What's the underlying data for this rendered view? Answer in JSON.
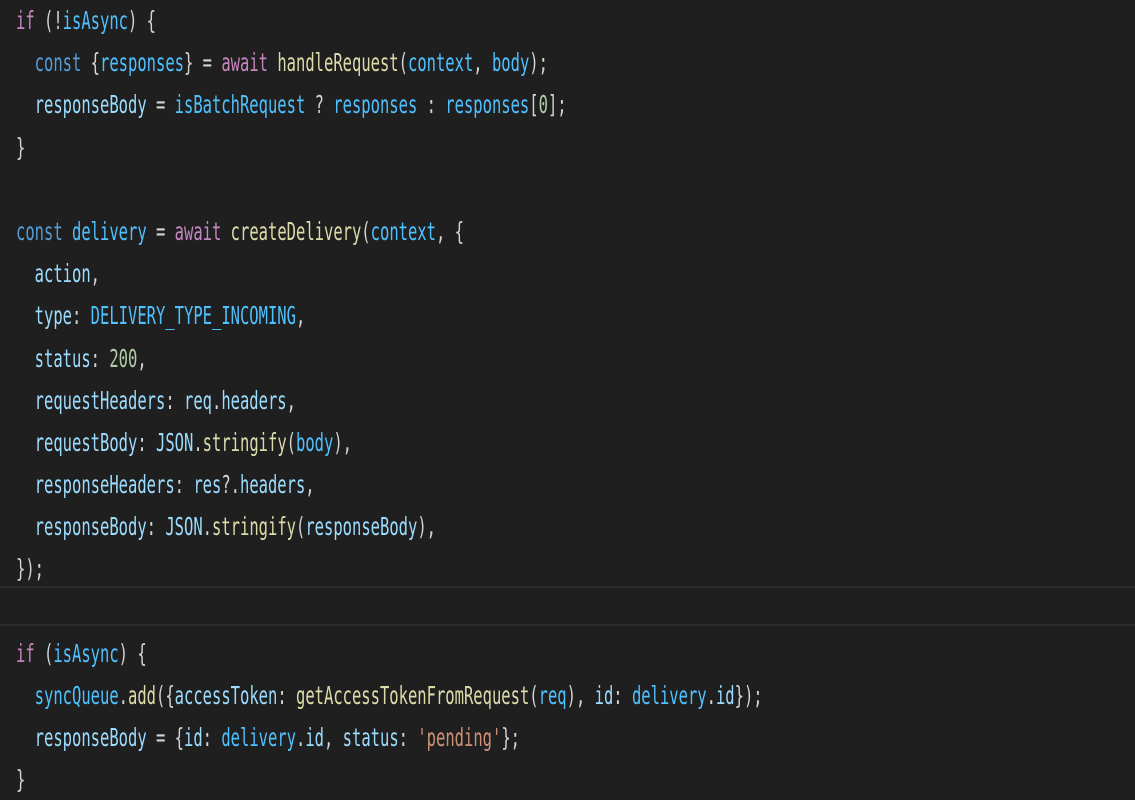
{
  "editor": {
    "background": "#1f1f1f",
    "current_line_index": 14,
    "theme_colors": {
      "control_keyword": "#c586c0",
      "keyword": "#569cd6",
      "variable": "#9cdcfe",
      "constant": "#4fc1ff",
      "function": "#dcdcaa",
      "number": "#b5cea8",
      "string": "#ce9178",
      "punctuation": "#d4d4d4"
    },
    "lines": [
      {
        "tokens": [
          [
            "kw-ctl",
            "if"
          ],
          [
            "punc",
            " (!"
          ],
          [
            "const",
            "isAsync"
          ],
          [
            "punc",
            ") {"
          ]
        ]
      },
      {
        "tokens": [
          [
            "punc",
            "  "
          ],
          [
            "kw",
            "const"
          ],
          [
            "punc",
            " {"
          ],
          [
            "const",
            "responses"
          ],
          [
            "punc",
            "} = "
          ],
          [
            "kw-ctl",
            "await"
          ],
          [
            "punc",
            " "
          ],
          [
            "fn",
            "handleRequest"
          ],
          [
            "punc",
            "("
          ],
          [
            "const",
            "context"
          ],
          [
            "punc",
            ", "
          ],
          [
            "const",
            "body"
          ],
          [
            "punc",
            ");"
          ]
        ]
      },
      {
        "tokens": [
          [
            "punc",
            "  "
          ],
          [
            "var",
            "responseBody"
          ],
          [
            "punc",
            " = "
          ],
          [
            "const",
            "isBatchRequest"
          ],
          [
            "punc",
            " ? "
          ],
          [
            "const",
            "responses"
          ],
          [
            "punc",
            " : "
          ],
          [
            "const",
            "responses"
          ],
          [
            "punc",
            "["
          ],
          [
            "num",
            "0"
          ],
          [
            "punc",
            "];"
          ]
        ]
      },
      {
        "tokens": [
          [
            "punc",
            "}"
          ]
        ]
      },
      {
        "tokens": []
      },
      {
        "tokens": [
          [
            "kw",
            "const"
          ],
          [
            "punc",
            " "
          ],
          [
            "const",
            "delivery"
          ],
          [
            "punc",
            " = "
          ],
          [
            "kw-ctl",
            "await"
          ],
          [
            "punc",
            " "
          ],
          [
            "fn",
            "createDelivery"
          ],
          [
            "punc",
            "("
          ],
          [
            "const",
            "context"
          ],
          [
            "punc",
            ", {"
          ]
        ]
      },
      {
        "tokens": [
          [
            "punc",
            "  "
          ],
          [
            "var",
            "action"
          ],
          [
            "punc",
            ","
          ]
        ]
      },
      {
        "tokens": [
          [
            "punc",
            "  "
          ],
          [
            "var",
            "type"
          ],
          [
            "punc",
            ": "
          ],
          [
            "const",
            "DELIVERY_TYPE_INCOMING"
          ],
          [
            "punc",
            ","
          ]
        ]
      },
      {
        "tokens": [
          [
            "punc",
            "  "
          ],
          [
            "var",
            "status"
          ],
          [
            "punc",
            ": "
          ],
          [
            "num",
            "200"
          ],
          [
            "punc",
            ","
          ]
        ]
      },
      {
        "tokens": [
          [
            "punc",
            "  "
          ],
          [
            "var",
            "requestHeaders"
          ],
          [
            "punc",
            ": "
          ],
          [
            "var",
            "req"
          ],
          [
            "punc",
            "."
          ],
          [
            "var",
            "headers"
          ],
          [
            "punc",
            ","
          ]
        ]
      },
      {
        "tokens": [
          [
            "punc",
            "  "
          ],
          [
            "var",
            "requestBody"
          ],
          [
            "punc",
            ": "
          ],
          [
            "var",
            "JSON"
          ],
          [
            "punc",
            "."
          ],
          [
            "fn",
            "stringify"
          ],
          [
            "punc",
            "("
          ],
          [
            "const",
            "body"
          ],
          [
            "punc",
            "),"
          ]
        ]
      },
      {
        "tokens": [
          [
            "punc",
            "  "
          ],
          [
            "var",
            "responseHeaders"
          ],
          [
            "punc",
            ": "
          ],
          [
            "var",
            "res"
          ],
          [
            "punc",
            "?."
          ],
          [
            "var",
            "headers"
          ],
          [
            "punc",
            ","
          ]
        ]
      },
      {
        "tokens": [
          [
            "punc",
            "  "
          ],
          [
            "var",
            "responseBody"
          ],
          [
            "punc",
            ": "
          ],
          [
            "var",
            "JSON"
          ],
          [
            "punc",
            "."
          ],
          [
            "fn",
            "stringify"
          ],
          [
            "punc",
            "("
          ],
          [
            "var",
            "responseBody"
          ],
          [
            "punc",
            "),"
          ]
        ]
      },
      {
        "tokens": [
          [
            "punc",
            "});"
          ]
        ]
      },
      {
        "tokens": []
      },
      {
        "tokens": [
          [
            "kw-ctl",
            "if"
          ],
          [
            "punc",
            " ("
          ],
          [
            "const",
            "isAsync"
          ],
          [
            "punc",
            ") {"
          ]
        ]
      },
      {
        "tokens": [
          [
            "punc",
            "  "
          ],
          [
            "const",
            "syncQueue"
          ],
          [
            "punc",
            "."
          ],
          [
            "fn",
            "add"
          ],
          [
            "punc",
            "({"
          ],
          [
            "var",
            "accessToken"
          ],
          [
            "punc",
            ": "
          ],
          [
            "fn",
            "getAccessTokenFromRequest"
          ],
          [
            "punc",
            "("
          ],
          [
            "const",
            "req"
          ],
          [
            "punc",
            "), "
          ],
          [
            "var",
            "id"
          ],
          [
            "punc",
            ": "
          ],
          [
            "const",
            "delivery"
          ],
          [
            "punc",
            "."
          ],
          [
            "var",
            "id"
          ],
          [
            "punc",
            "});"
          ]
        ]
      },
      {
        "tokens": [
          [
            "punc",
            "  "
          ],
          [
            "var",
            "responseBody"
          ],
          [
            "punc",
            " = {"
          ],
          [
            "var",
            "id"
          ],
          [
            "punc",
            ": "
          ],
          [
            "const",
            "delivery"
          ],
          [
            "punc",
            "."
          ],
          [
            "var",
            "id"
          ],
          [
            "punc",
            ", "
          ],
          [
            "var",
            "status"
          ],
          [
            "punc",
            ": "
          ],
          [
            "str",
            "'pending'"
          ],
          [
            "punc",
            "};"
          ]
        ]
      },
      {
        "tokens": [
          [
            "punc",
            "}"
          ]
        ]
      }
    ]
  }
}
